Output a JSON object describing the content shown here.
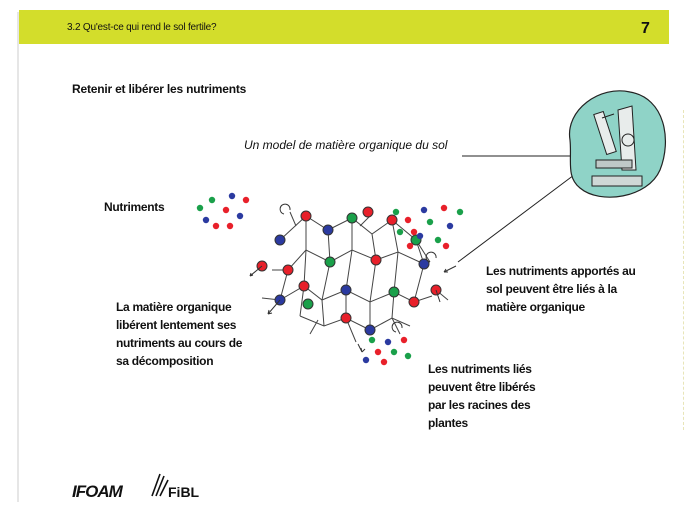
{
  "header": {
    "title": "3.2 Qu'est-ce qui rend le sol fertile?",
    "page_number": "7",
    "bar_color": "#d3dd2b"
  },
  "section_title": "Retenir et libérer les nutriments",
  "diagram": {
    "caption": "Un model de matière organique du sol",
    "labels": {
      "nutrients": "Nutriments",
      "organic_release": [
        "La matière organique",
        "libérent lentement ses",
        "nutriments au cours de",
        "sa décomposition"
      ],
      "nutrients_brought": [
        "Les nutriments apportés au",
        "sol  peuvent être liés à la",
        "matière organique"
      ],
      "nutrients_linked": [
        "Les nutriments liés",
        "peuvent être libérés",
        "par les racines des",
        "plantes"
      ]
    },
    "nutrient_colors": {
      "red": "#e8202a",
      "green": "#1aa04a",
      "blue": "#2b3aa0"
    },
    "microscope_icon": "microscope-icon"
  },
  "footer": {
    "logo_ifoam": "IFOAM",
    "logo_fibl": "FiBL"
  }
}
